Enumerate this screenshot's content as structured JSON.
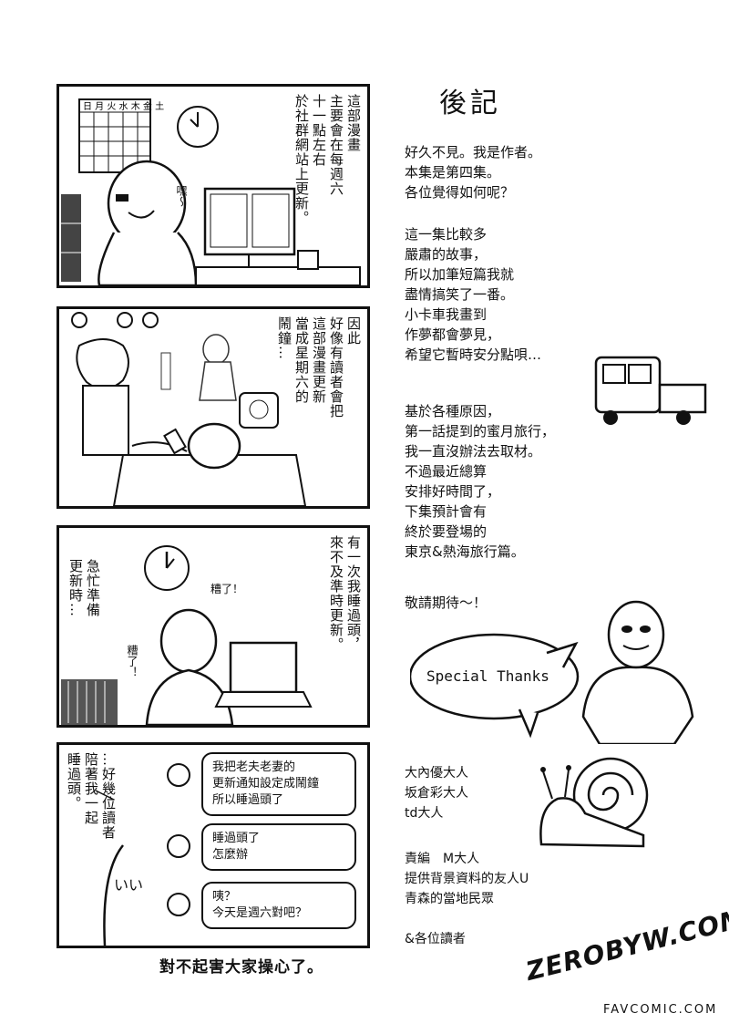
{
  "panels": [
    {
      "text": "這部漫畫\n主要會在每週六\n十一點左右\n於社群網站上更新。",
      "sfx": [
        "嘿～"
      ]
    },
    {
      "text": "因此\n好像有讀者會把\n這部漫畫更新\n當成星期六的\n鬧鐘…",
      "sfx": []
    },
    {
      "text_main": "有一次我睡過頭，\n來不及準時更新。",
      "text_side": "急忙準備\n更新時…",
      "sfx": [
        "糟了！",
        "糟了！"
      ]
    },
    {
      "text": "…好幾位讀者\n陪著我一起\n睡過頭。",
      "chat": [
        "我把老夫老妻的\n更新通知設定成鬧鐘\n所以睡過頭了",
        "睡過頭了\n怎麼辦",
        "咦？\n今天是週六對吧？"
      ],
      "sfx": [
        "いい"
      ]
    }
  ],
  "caption": "對不起害大家操心了。",
  "afterword": {
    "title": "後記",
    "paragraphs": [
      "好久不見。我是作者。\n本集是第四集。\n各位覺得如何呢？",
      "這一集比較多\n嚴肅的故事，\n所以加筆短篇我就\n盡情搞笑了一番。\n小卡車我畫到\n作夢都會夢見，\n希望它暫時安分點唄…",
      "基於各種原因，\n第一話提到的蜜月旅行，\n我一直沒辦法去取材。\n不過最近總算\n安排好時間了，\n下集預計會有\n終於要登場的\n東京&熱海旅行篇。",
      "敬請期待～！"
    ],
    "special_thanks": "Special Thanks",
    "thanks": [
      "大內優大人",
      "坂倉彩大人",
      "td大人"
    ],
    "staff": [
      "責編　M大人",
      "提供背景資料的友人U",
      "青森的當地民眾"
    ],
    "closing": "&各位讀者"
  },
  "watermark": {
    "main": "ZEROBYW.COM",
    "sub": "FAVCOMIC.COM"
  }
}
